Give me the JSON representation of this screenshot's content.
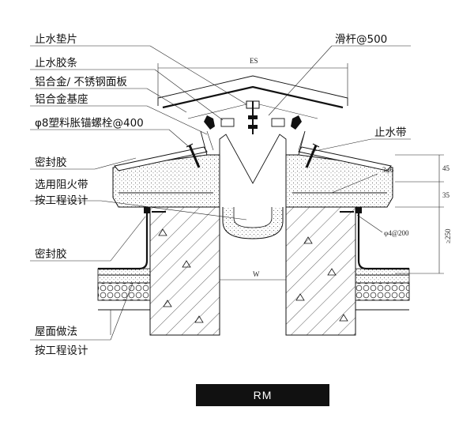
{
  "labels": {
    "waterstop_pad": "止水垫片",
    "rubber_strip": "止水胶条",
    "panel": "铝合金/ 不锈钢面板",
    "base": "铝合金基座",
    "anchor_bolt": "φ8塑料胀锚螺栓@400",
    "sealant_top": "密封胶",
    "fire_belt": "选用阻火带",
    "fire_belt_note": "按工程设计",
    "sealant_lower": "密封胶",
    "roof_method": "屋面做法",
    "roof_note": "按工程设计",
    "slide_rod": "滑杆@500",
    "water_belt": "止水带"
  },
  "dimensions": {
    "es": "ES",
    "w": "W",
    "rebar_top": "3φ6",
    "rebar_side": "φ4@200",
    "d45": "45",
    "d35": "35",
    "d250": "≥250"
  },
  "badge": "RM"
}
